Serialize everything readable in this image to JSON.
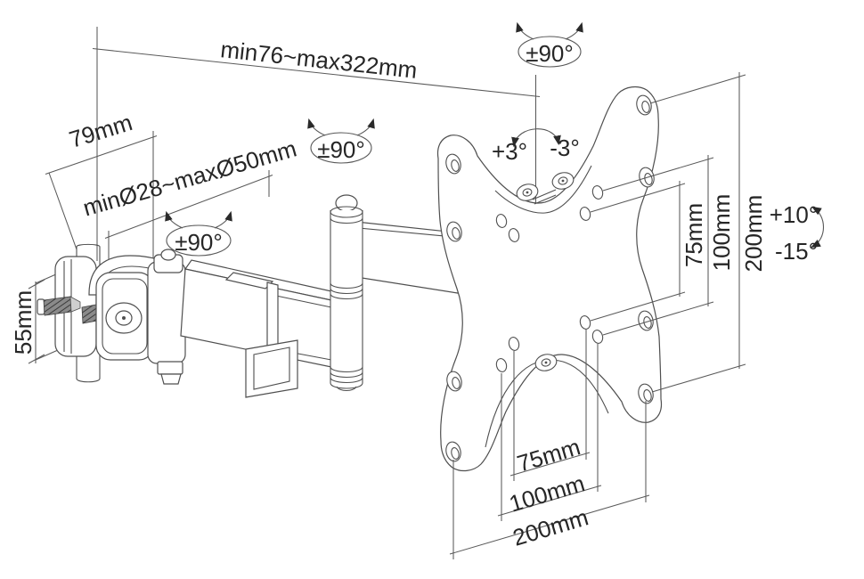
{
  "drawing": {
    "title_hint": "pole-mount articulating monitor bracket dimension drawing",
    "labels": {
      "reach": "min76~max322mm",
      "offset": "79mm",
      "pole_diameter": "minØ28~maxØ50mm",
      "clamp_height": "55mm",
      "swivel_plate": "±90°",
      "swivel_arm": "±90°",
      "swivel_clamp": "±90°",
      "level_plus": "+3°",
      "level_minus": "-3°",
      "tilt_up": "+10°",
      "tilt_down": "-15°",
      "vesa_v75": "75mm",
      "vesa_v100": "100mm",
      "vesa_v200": "200mm",
      "vesa_h75": "75mm",
      "vesa_h100": "100mm",
      "vesa_h200": "200mm"
    },
    "colors": {
      "background": "#ffffff",
      "line": "#575757",
      "text": "#262626",
      "screw_fill": "#7a7a7a"
    }
  }
}
